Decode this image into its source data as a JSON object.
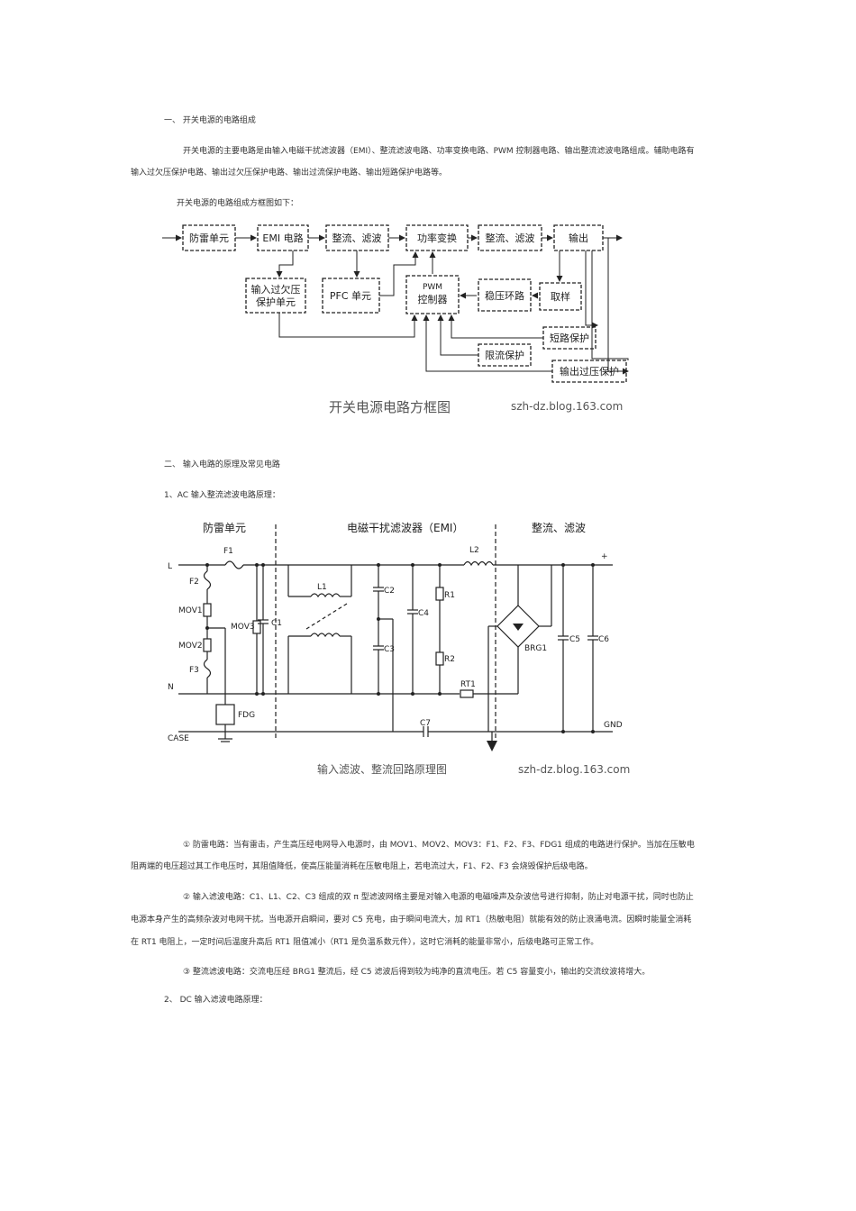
{
  "section1": {
    "heading": "一、 开关电源的电路组成",
    "para1_line1": "开关电源的主要电路是由输入电磁干扰滤波器（EMI）、整流滤波电路、功率变换电路、PWM 控制器电路、输出整流滤波电路组成。辅助电路有",
    "para1_line2": "输入过欠压保护电路、输出过欠压保护电路、输出过流保护电路、输出短路保护电路等。",
    "para2": "开关电源的电路组成方框图如下："
  },
  "diagram1": {
    "blocks": {
      "lightning": "防雷单元",
      "emi": "EMI 电路",
      "rect1": "整流、滤波",
      "power": "功率变换",
      "rect2": "整流、滤波",
      "output": "输出",
      "uv_line1": "输入过欠压",
      "uv_line2": "保护单元",
      "pfc": "PFC 单元",
      "pwm_line1": "PWM",
      "pwm_line2": "控制器",
      "regulator": "稳压环路",
      "sampling": "取样",
      "short": "短路保护",
      "current_limit": "限流保护",
      "ovp": "输出过压保护"
    },
    "caption": "开关电源电路方框图",
    "watermark": "szh-dz.blog.163.com"
  },
  "section2": {
    "heading": "二、 输入电路的原理及常见电路",
    "sub1": "1、AC 输入整流滤波电路原理："
  },
  "diagram2": {
    "header_left": "防雷单元",
    "header_mid": "电磁干扰滤波器（EMI）",
    "header_right": "整流、滤波",
    "labels": {
      "L": "L",
      "N": "N",
      "CASE": "CASE",
      "GND": "GND",
      "plus": "+",
      "F1": "F1",
      "F2": "F2",
      "F3": "F3",
      "MOV1": "MOV1",
      "MOV2": "MOV2",
      "MOV3": "MOV3",
      "FDG": "FDG",
      "C1": "C1",
      "L1": "L1",
      "C2": "C2",
      "C3": "C3",
      "C4": "C4",
      "R1": "R1",
      "R2": "R2",
      "L2": "L2",
      "RT1": "RT1",
      "C7": "C7",
      "BRG1": "BRG1",
      "C5": "C5",
      "C6": "C6"
    },
    "caption": "输入滤波、整流回路原理图",
    "watermark": "szh-dz.blog.163.com"
  },
  "explanations": {
    "e1_line1": "① 防雷电路：当有雷击，产生高压经电网导入电源时，由 MOV1、MOV2、MOV3：F1、F2、F3、FDG1 组成的电路进行保护。当加在压敏电",
    "e1_line2": "阻两端的电压超过其工作电压时，其阻值降低，使高压能量消耗在压敏电阻上，若电流过大，F1、F2、F3 会烧毁保护后级电路。",
    "e2_line1": "② 输入滤波电路：C1、L1、C2、C3 组成的双 π 型滤波网络主要是对输入电源的电磁噪声及杂波信号进行抑制，防止对电源干扰，同时也防止",
    "e2_line2": "电源本身产生的高频杂波对电网干扰。当电源开启瞬间，要对 C5 充电，由于瞬间电流大，加 RT1（热敏电阻）就能有效的防止浪涌电流。因瞬时能量全消耗",
    "e2_line3": "在 RT1 电阻上，一定时间后温度升高后 RT1 阻值减小（RT1 是负温系数元件），这时它消耗的能量非常小，后级电路可正常工作。",
    "e3": "③ 整流滤波电路：交流电压经 BRG1 整流后，经 C5 滤波后得到较为纯净的直流电压。若 C5 容量变小，输出的交流纹波将增大。"
  },
  "section3": {
    "sub2": "2、 DC 输入滤波电路原理："
  }
}
